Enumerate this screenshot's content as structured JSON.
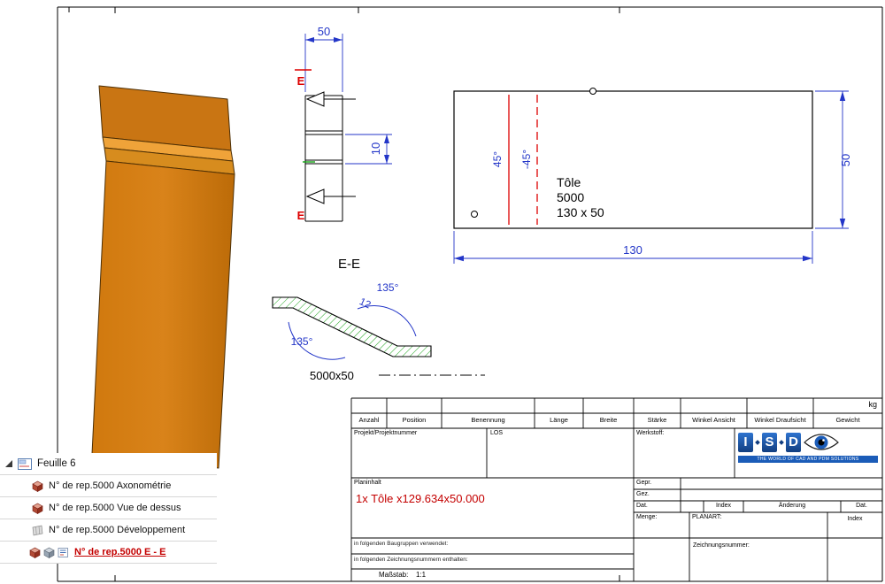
{
  "views": {
    "top_view": {
      "dim_width": "50",
      "dim_offset": "10",
      "section_letter": "E"
    },
    "flat_view": {
      "dim_length": "130",
      "dim_width": "50",
      "bend_angle_up": "45°",
      "bend_angle_down": "-45°",
      "note_line1": "Tôle",
      "note_line2": "5000",
      "note_line3": "130 x 50"
    },
    "section_view": {
      "title": "E-E",
      "angle_right": "135°",
      "angle_left": "135°",
      "thickness": "12",
      "size_label": "5000x50"
    }
  },
  "tree": {
    "root_label": "Feuille 6",
    "root_icon": "sheet-icon",
    "items": [
      {
        "label": "N° de rep.5000 Axonométrie",
        "icon": "part-3d-icon",
        "selected": false
      },
      {
        "label": "N° de rep.5000 Vue de dessus",
        "icon": "part-3d-icon",
        "selected": false
      },
      {
        "label": "N° de rep.5000 Développement",
        "icon": "development-icon",
        "selected": false
      },
      {
        "label": "N° de rep.5000 E - E",
        "icons": [
          "part-3d-icon",
          "section-icon",
          "sheet-part-icon"
        ],
        "selected": true
      }
    ]
  },
  "titleblock": {
    "col_headers": [
      "Anzahl",
      "Position",
      "Benennung",
      "Länge",
      "Breite",
      "Stärke",
      "Winkel Ansicht",
      "Winkel Draufsicht",
      "Gewicht"
    ],
    "weight_unit": "kg",
    "project_label": "Projekt/Projektnummer",
    "los_label": "LOS",
    "material_label": "Werkstoff:",
    "checked_label": "Gepr.",
    "drawn_label": "Gez.",
    "date_label": "Dat.",
    "index_label": "Index",
    "change_label": "Änderung",
    "date2_label": "Dat.",
    "content_label": "Planinhalt",
    "content_value": "1x Tôle x129.634x50.000",
    "quantity_label": "Menge:",
    "plantype_label": "PLANART:",
    "index2_label": "Index",
    "drawingno_label": "Zeichnungsnummer:",
    "used_in_assemblies": "in folgenden Baugruppen verwendet:",
    "contained_in_drawings": "in folgenden Zeichnungsnummern enthalten:",
    "scale_label": "Maßstab:",
    "scale_value": "1:1",
    "logo": {
      "letters": [
        "I",
        "S",
        "D"
      ],
      "caption": "THE WORLD OF CAD AND PDM SOLUTIONS"
    }
  },
  "colors": {
    "part_orange": "#CE7910",
    "dimension_blue": "#2336c8",
    "marking_red": "#dd0000",
    "hatch_green": "#009b00"
  }
}
